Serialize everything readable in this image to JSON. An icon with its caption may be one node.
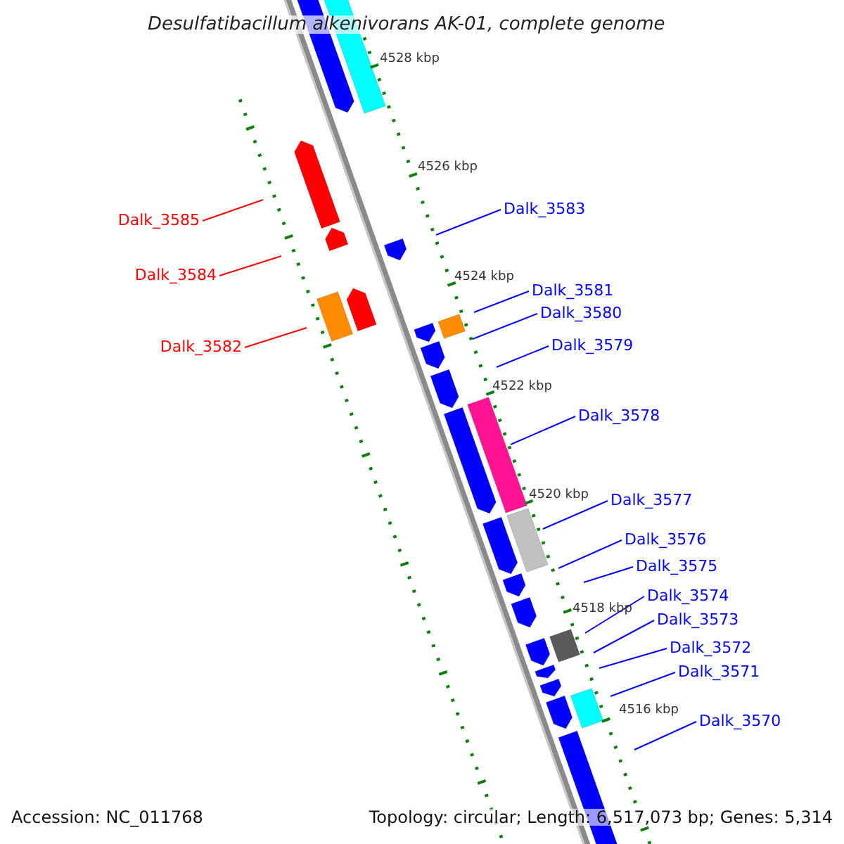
{
  "diagram": {
    "title": "Desulfatibacillum alkenivorans AK-01, complete genome",
    "nodes": [
      {
        "text": [
          "Dalk_3583"
        ]
      },
      {
        "text": [
          "Dalk_3585"
        ]
      },
      {
        "text": [
          "Dalk_3584"
        ]
      },
      {
        "text": [
          "Dalk_3581"
        ]
      },
      {
        "text": [
          "Dalk_3580"
        ]
      },
      {
        "text": [
          "Dalk_3579"
        ]
      },
      {
        "text": [
          "Dalk_3582"
        ]
      },
      {
        "text": [
          "Dalk_3578"
        ]
      },
      {
        "text": [
          "Dalk_3577"
        ]
      },
      {
        "text": [
          "Dalk_3576"
        ]
      },
      {
        "text": [
          "Dalk_3575"
        ]
      },
      {
        "text": [
          "Dalk_3574"
        ]
      },
      {
        "text": [
          "Dalk_3573"
        ]
      },
      {
        "text": [
          "Dalk_3572"
        ]
      },
      {
        "text": [
          "Dalk_3571"
        ]
      },
      {
        "text": [
          "Dalk_3570"
        ]
      }
    ],
    "edges": [
      {
        "from": 0,
        "to": null,
        "arrow": "none"
      },
      {
        "from": 1,
        "to": null,
        "arrow": "none",
        "color": "#ff0000"
      },
      {
        "from": 2,
        "to": null,
        "arrow": "none",
        "color": "#ff0000"
      },
      {
        "from": 3,
        "to": null,
        "arrow": "none"
      },
      {
        "from": 4,
        "to": null,
        "arrow": "none"
      },
      {
        "from": 5,
        "to": null,
        "arrow": "none"
      },
      {
        "from": 6,
        "to": null,
        "arrow": "none",
        "color": "#ff0000"
      },
      {
        "from": 7,
        "to": null,
        "arrow": "none"
      },
      {
        "from": 8,
        "to": null,
        "arrow": "none"
      },
      {
        "from": 9,
        "to": null,
        "arrow": "none"
      },
      {
        "from": 10,
        "to": null,
        "arrow": "none"
      },
      {
        "from": 11,
        "to": null,
        "arrow": "none"
      },
      {
        "from": 12,
        "to": null,
        "arrow": "none"
      },
      {
        "from": 13,
        "to": null,
        "arrow": "none"
      },
      {
        "from": 14,
        "to": null,
        "arrow": "none"
      },
      {
        "from": 15,
        "to": null,
        "arrow": "none"
      }
    ],
    "labels": [
      "4528 kbp",
      "4526 kbp",
      "4524 kbp",
      "4522 kbp",
      "4520 kbp",
      "4518 kbp",
      "4516 kbp",
      "Accession: NC_011768",
      "Topology: circular; Length: 6,517,073 bp; Genes: 5,314"
    ]
  }
}
